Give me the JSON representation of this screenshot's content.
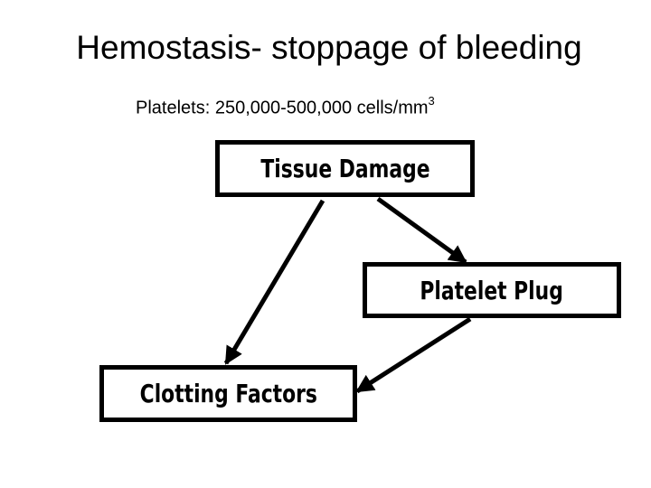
{
  "title": "Hemostasis- stoppage of bleeding",
  "subtitle": {
    "text": "Platelets: 250,000-500,000 cells/mm",
    "superscript": "3"
  },
  "nodes": {
    "tissue_damage": "Tissue Damage",
    "platelet_plug": "Platelet Plug",
    "clotting_factors": "Clotting Factors"
  },
  "edges": [
    {
      "from": "Tissue Damage",
      "to": "Platelet Plug"
    },
    {
      "from": "Tissue Damage",
      "to": "Clotting Factors"
    },
    {
      "from": "Platelet Plug",
      "to": "Clotting Factors"
    }
  ],
  "colors": {
    "stroke": "#000000",
    "background": "#ffffff"
  }
}
